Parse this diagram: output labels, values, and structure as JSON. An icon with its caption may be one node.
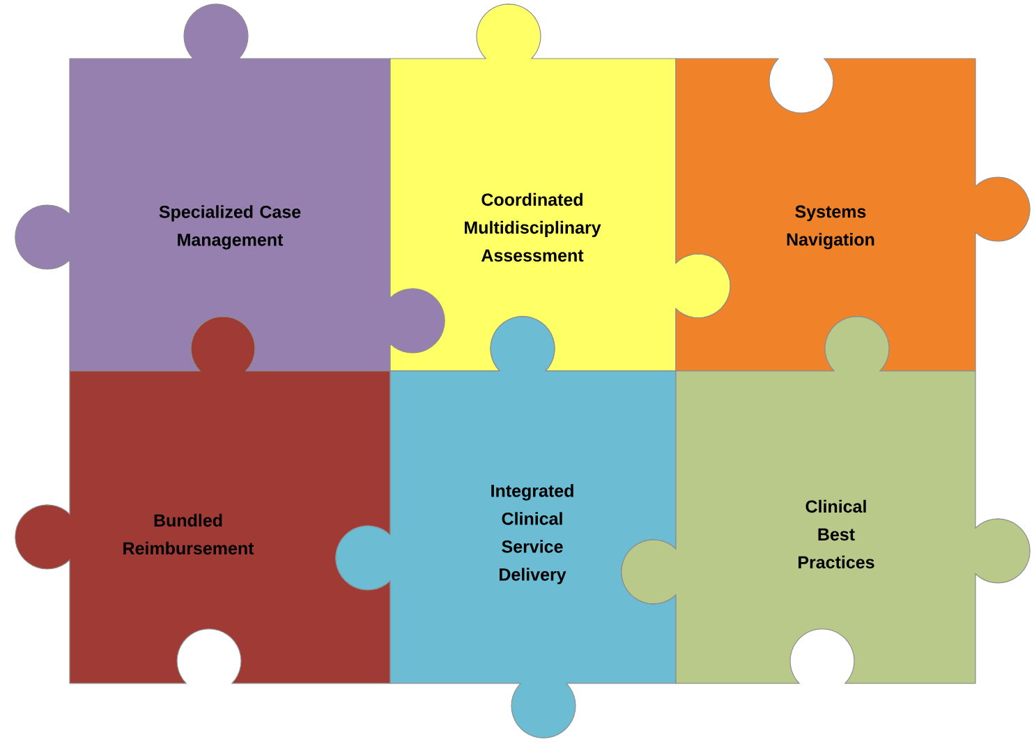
{
  "diagram": {
    "nodes": [
      {
        "text": [
          "Specialized Case Management"
        ]
      },
      {
        "text": [
          "Coordinated Multidisciplinary Assessment"
        ]
      },
      {
        "text": [
          "Systems Navigation"
        ]
      },
      {
        "text": [
          "Bundled Reimbursement"
        ]
      },
      {
        "text": [
          "Integrated Clinical Service Delivery"
        ]
      },
      {
        "text": [
          "Clinical Best Practices"
        ]
      }
    ]
  }
}
